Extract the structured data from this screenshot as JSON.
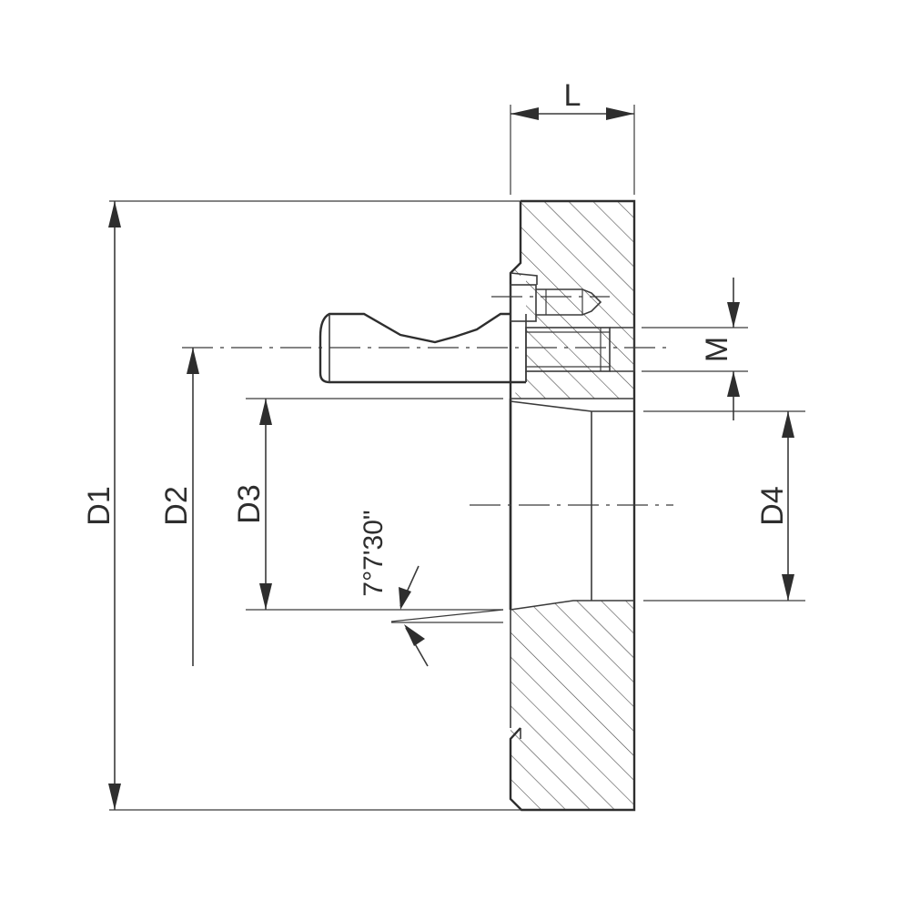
{
  "drawing": {
    "dimensions": {
      "length": "L",
      "outer_diameter": "D1",
      "pin_circle_diameter": "D2",
      "inner_cone_diameter": "D3",
      "bore_diameter": "D4",
      "thread": "M"
    },
    "taper_angle": "7°7'30\""
  }
}
